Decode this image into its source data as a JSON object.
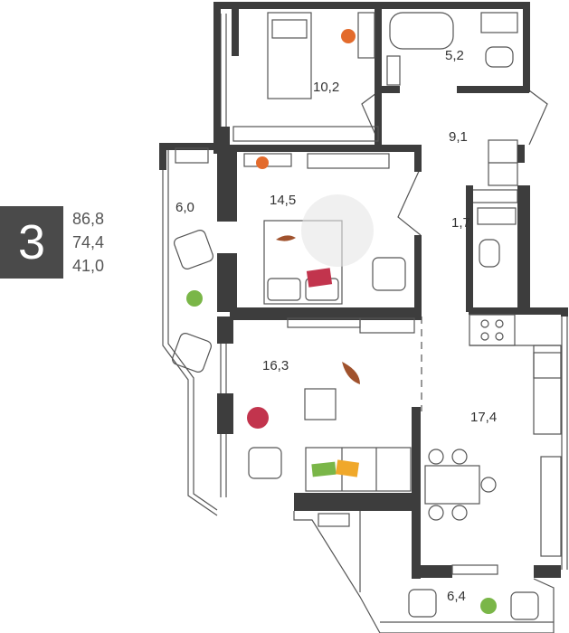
{
  "summary": {
    "rooms_count": "3",
    "total_area": "86,8",
    "area_without_balconies": "74,4",
    "living_area": "41,0"
  },
  "rooms": {
    "bedroom_small": "10,2",
    "bathroom": "5,2",
    "hall": "9,1",
    "balcony_left": "6,0",
    "bedroom_main": "14,5",
    "toilet": "1,7",
    "living_room": "16,3",
    "kitchen": "17,4",
    "balcony_bottom": "6,4"
  },
  "colors": {
    "wall": "#3d3d3d",
    "badge": "#4a4a4a",
    "orange": "#e36b2c",
    "red_pillow": "#c2344d",
    "green": "#7ab648",
    "yellow": "#f0a82a"
  }
}
